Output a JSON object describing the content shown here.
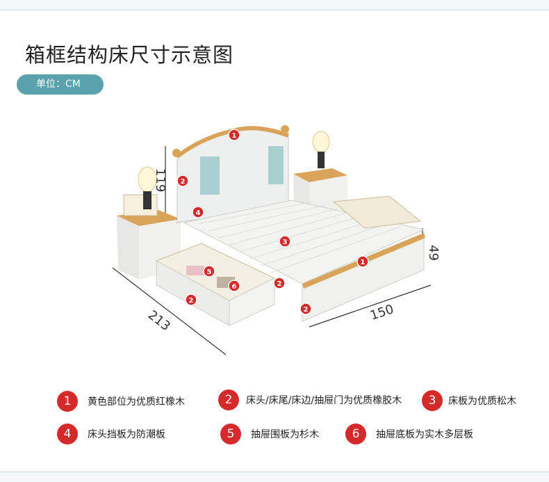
{
  "title": "箱框结构床尺寸示意图",
  "unit_label": "单位：CM",
  "dimensions": {
    "height": "119",
    "length": "213",
    "width": "150",
    "side_height": "49"
  },
  "markers": [
    "1",
    "2",
    "2",
    "2",
    "2",
    "3",
    "4",
    "5",
    "6",
    "1"
  ],
  "legend": [
    {
      "num": "1",
      "text": "黄色部位为优质红橡木"
    },
    {
      "num": "2",
      "text": "床头/床尾/床边/抽屉门为优质橡胶木"
    },
    {
      "num": "3",
      "text": "床板为优质松木"
    },
    {
      "num": "4",
      "text": "床头挡板为防潮板"
    },
    {
      "num": "5",
      "text": "抽屉围板为杉木"
    },
    {
      "num": "6",
      "text": "抽屉底板为实木多层板"
    }
  ],
  "colors": {
    "accent": "#5aa2ad",
    "marker_red": "#d42a2a",
    "wood": "#d9a35a",
    "panel_blue": "#a9cfd0"
  }
}
